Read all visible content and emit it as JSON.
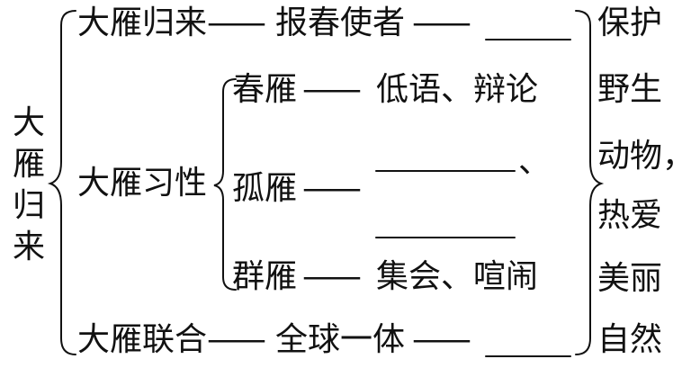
{
  "root": {
    "title": "大雁归来"
  },
  "branches": [
    {
      "topic": "大雁归来",
      "connector": "——",
      "detail": "报春使者",
      "blank_connector": "——",
      "blank": "_____"
    },
    {
      "topic": "大雁习性",
      "sub": [
        {
          "name": "春雁",
          "connector": "——",
          "detail": "低语、辩论"
        },
        {
          "name": "孤雁",
          "connector": "——",
          "blank_1": "________",
          "separator": "、",
          "blank_2": "________"
        },
        {
          "name": "群雁",
          "connector": "——",
          "detail": "集会、喧闹"
        }
      ]
    },
    {
      "topic": "大雁联合",
      "connector": "——",
      "detail": "全球一体",
      "blank_connector": "——",
      "blank": "_____"
    }
  ],
  "theme": {
    "lines": [
      "保护",
      "野生",
      "动物，",
      "热爱",
      "美丽",
      "自然"
    ]
  }
}
